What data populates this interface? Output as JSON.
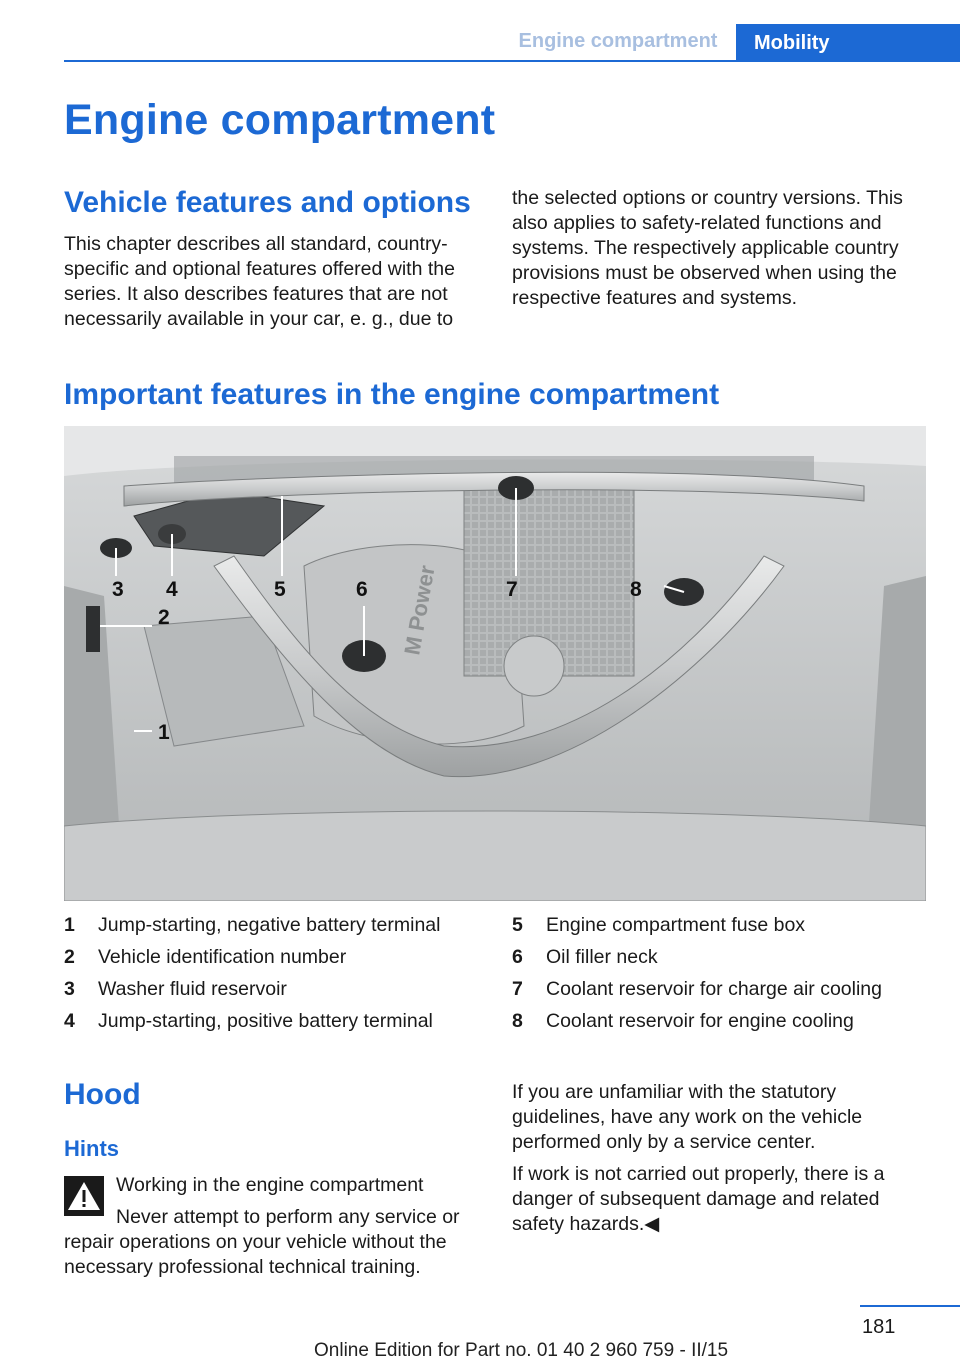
{
  "header": {
    "section": "Engine compartment",
    "tab": "Mobility"
  },
  "title": "Engine compartment",
  "vehicle_features": {
    "heading": "Vehicle features and options",
    "left_text": "This chapter describes all standard, country-specific and optional features offered with the series. It also describes features that are not necessarily available in your car, e. g., due to",
    "right_text": "the selected options or country versions. This also applies to safety-related functions and systems. The respectively applicable country provisions must be observed when using the respective features and systems."
  },
  "important": {
    "heading": "Important features in the engine compartment",
    "callouts": [
      "1",
      "2",
      "3",
      "4",
      "5",
      "6",
      "7",
      "8"
    ],
    "badge_text": "M Power",
    "legend": [
      {
        "num": "1",
        "text": "Jump-starting, negative battery terminal"
      },
      {
        "num": "2",
        "text": "Vehicle identification number"
      },
      {
        "num": "3",
        "text": "Washer fluid reservoir"
      },
      {
        "num": "4",
        "text": "Jump-starting, positive battery terminal"
      },
      {
        "num": "5",
        "text": "Engine compartment fuse box"
      },
      {
        "num": "6",
        "text": "Oil filler neck"
      },
      {
        "num": "7",
        "text": "Coolant reservoir for charge air cooling"
      },
      {
        "num": "8",
        "text": "Coolant reservoir for engine cooling"
      }
    ]
  },
  "hood": {
    "heading": "Hood",
    "hints_heading": "Hints",
    "warning_title": "Working in the engine compartment",
    "warning_body": "Never attempt to perform any service or repair operations on your vehicle without the necessary professional technical training.",
    "right_p1": "If you are unfamiliar with the statutory guidelines, have any work on the vehicle performed only by a service center.",
    "right_p2": "If work is not carried out properly, there is a danger of subsequent damage and related safety hazards.◀"
  },
  "footer": {
    "page_number": "181",
    "edition": "Online Edition for Part no. 01 40 2 960 759 - II/15"
  },
  "colors": {
    "accent": "#1c69d4",
    "diagram_bg": "#bfc2c3"
  },
  "icons": {
    "warning": "warning-triangle-icon"
  }
}
